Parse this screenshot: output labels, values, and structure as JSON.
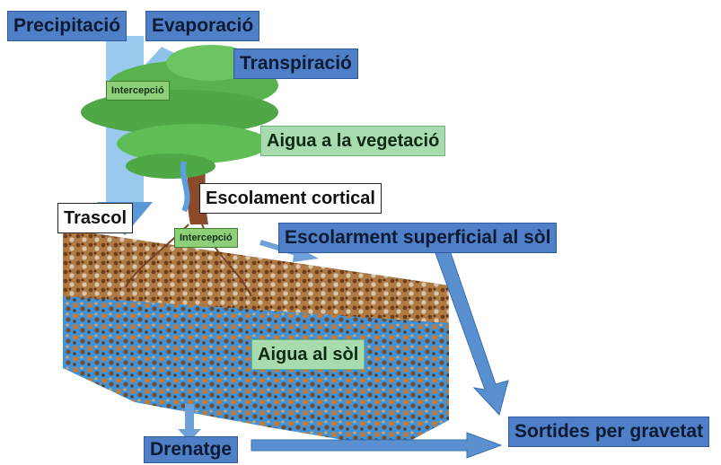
{
  "labels": {
    "precipitacio": "Precipitació",
    "evaporacio": "Evaporació",
    "transpiracio": "Transpiració",
    "intercepcio_top": "Intercepció",
    "aigua_vegetacio": "Aigua a la vegetació",
    "escolament_cortical": "Escolament cortical",
    "trascol": "Trascol",
    "intercepcio_ground": "Intercepció",
    "escolament_superficial": "Escolarment superficial al sòl",
    "aigua_sol": "Aigua al sòl",
    "drenatge": "Drenatge",
    "sortides": "Sortides per gravetat"
  },
  "colors": {
    "blue_box": "#4f7fc6",
    "green_box": "#a8dcae",
    "small_green_box": "#8ed07a",
    "arrow": "#6fa0d8",
    "soil_brown": "#8a5a2b",
    "soil_water": "#3d8fd6",
    "foliage": "#4caf50",
    "trunk": "#8b4a2a"
  }
}
